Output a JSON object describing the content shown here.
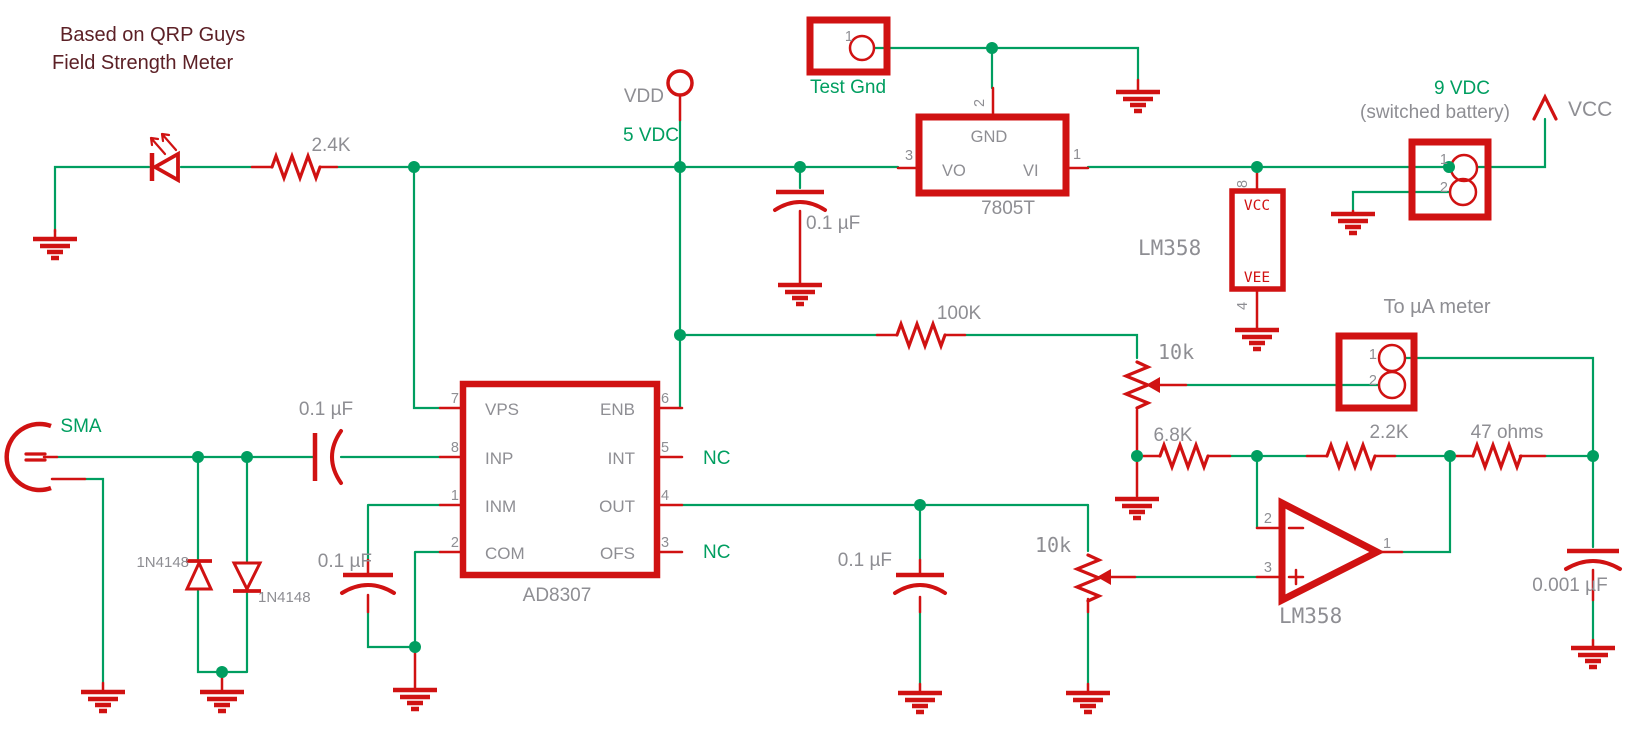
{
  "title": {
    "line1": "Based on QRP Guys",
    "line2": "Field Strength Meter"
  },
  "colors": {
    "wire": "#009e60",
    "component": "#d01212",
    "label_gray": "#8e8e93",
    "net_green": "#009e60",
    "title_maroon": "#5c2026"
  },
  "nets": {
    "vdd": "VDD",
    "vdd_value": "5 VDC",
    "vcc": "VCC",
    "vcc_value": "9 VDC",
    "vcc_note": "(switched battery)",
    "test_gnd": "Test Gnd",
    "meter": "To µA meter",
    "sma": "SMA",
    "nc_int": "NC",
    "nc_ofs": "NC"
  },
  "values": {
    "r_led": "2.4K",
    "r_fb": "100K",
    "r1": "6.8K",
    "r2": "2.2K",
    "r3": "47 ohms",
    "pot_top": "10k",
    "pot_bottom": "10k",
    "c_in": "0.1 µF",
    "c_reg": "0.1 µF",
    "c_inm": "0.1 µF",
    "c_out": "0.1 µF",
    "c_filter": "0.001 µF",
    "d1": "1N4148",
    "d2": "1N4148"
  },
  "regulator": {
    "name": "7805T",
    "pin_gnd": "GND",
    "pin_vo": "VO",
    "pin_vi": "VI",
    "num_gnd": "2",
    "num_vo": "3",
    "num_vi": "1"
  },
  "log_amp": {
    "name": "AD8307",
    "pins": {
      "vps": "VPS",
      "inp": "INP",
      "inm": "INM",
      "com": "COM",
      "enb": "ENB",
      "int": "INT",
      "out": "OUT",
      "ofs": "OFS"
    },
    "nums": {
      "vps": "7",
      "inp": "8",
      "inm": "1",
      "com": "2",
      "enb": "6",
      "int": "5",
      "out": "4",
      "ofs": "3"
    }
  },
  "op_amp": {
    "name": "LM358",
    "num_inv": "2",
    "num_noninv": "3",
    "num_out": "1"
  },
  "op_amp_power": {
    "name": "LM358",
    "pin_vcc": "VCC",
    "pin_vee": "VEE",
    "num_vcc": "8",
    "num_vee": "4"
  },
  "connectors": {
    "test_gnd_pin": "1",
    "battery_pin1": "1",
    "battery_pin2": "2",
    "meter_pin1": "1",
    "meter_pin2": "2"
  }
}
